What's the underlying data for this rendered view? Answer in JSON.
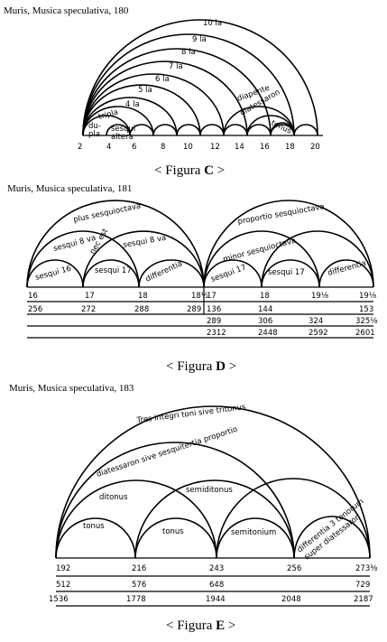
{
  "figC": {
    "caption": "Muris, Musica speculativa, 180",
    "title_pre": "< Figura ",
    "title_letter": "C",
    "title_post": " >",
    "axis_numbers": [
      "2",
      "4",
      "6",
      "8",
      "10",
      "12",
      "14",
      "16",
      "18",
      "20"
    ],
    "arc_labels": {
      "a10": "10 la",
      "a9": "9 la",
      "a8": "8 la",
      "a7": "7 la",
      "a6": "6 la",
      "a5": "5 la",
      "a4": "4 la",
      "tripla": "tripla",
      "dupla": "du-\npla",
      "sesquialtera": "sesqui\naltera",
      "diapente": "diapente",
      "diatessaron": "diatessaron",
      "tonus": "tonus"
    }
  },
  "figD": {
    "caption": "Muris, Musica speculativa, 181",
    "title_pre": "< Figura ",
    "title_letter": "D",
    "title_post": " >",
    "arc_labels": {
      "plus_sesquioctava": "plus sesquioctava",
      "proportio_sesquioctava": "proportio sesquioctava",
      "sesqui_8va_left": "sesqui 8 va",
      "nec_est": "nec est",
      "sesqui_8va_right": "sesqui 8 va",
      "minor_sesquioctava": "minor sesquioctava",
      "sesqui_16": "sesqui 16",
      "sesqui_17_left": "sesqui 17",
      "differentia_left": "differentia",
      "sesqui_17_right": "sesqui 17",
      "sesqui_17_right2": "sesqui 17",
      "differentia_right": "differentia"
    },
    "row1": [
      "16",
      "17",
      "18",
      "18½",
      "17",
      "18",
      "19⅛",
      "19⅛"
    ],
    "row2": [
      "256",
      "272",
      "288",
      "289",
      "136",
      "144",
      "153"
    ],
    "row3": [
      "289",
      "306",
      "324",
      "325⅛"
    ],
    "row4": [
      "2312",
      "2448",
      "2592",
      "2601"
    ]
  },
  "figE": {
    "caption": "Muris, Musica speculativa, 183",
    "title_pre": "< Figura ",
    "title_letter": "E",
    "title_post": " >",
    "arc_labels": {
      "tritonus": "Tres integri toni sive tritonus",
      "diatessaron": "diatessaron sive sesquitertia proportio",
      "ditonus": "ditonus",
      "semiditonus": "semiditonus",
      "tonus1": "tonus",
      "tonus2": "tonus",
      "semitonium": "semitonium",
      "differentia": "differentia 3 tonorum super diatessaron"
    },
    "row1": [
      "192",
      "216",
      "243",
      "256",
      "273⅜"
    ],
    "row2": [
      "512",
      "576",
      "648",
      "729"
    ],
    "row3": [
      "1536",
      "1778",
      "1944",
      "2048",
      "2187"
    ]
  }
}
